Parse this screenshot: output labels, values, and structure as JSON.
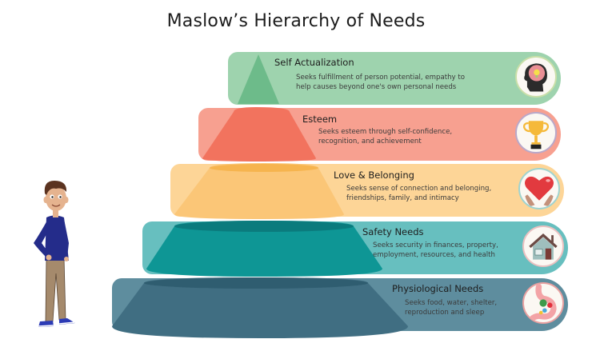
{
  "title": "Maslow’s Hierarchy of Needs",
  "levels": [
    {
      "name": "Self Actualization",
      "description_line1": "Seeks fulfillment of person potential, empathy to",
      "description_line2": "help causes beyond one's own personal needs",
      "icon": "brain-lightbulb-icon",
      "band_color": "#9ED3AE",
      "shape_color": "#6DBB8A"
    },
    {
      "name": "Esteem",
      "description_line1": "Seeks esteem through self-confidence,",
      "description_line2": "recognition, and achievement",
      "icon": "trophy-icon",
      "band_color": "#F7A090",
      "shape_color": "#F2735E"
    },
    {
      "name": "Love & Belonging",
      "description_line1": "Seeks sense of connection and belonging,",
      "description_line2": "friendships, family, and intimacy",
      "icon": "heart-in-hands-icon",
      "band_color": "#FDD597",
      "shape_color": "#FBC677"
    },
    {
      "name": "Safety Needs",
      "description_line1": "Seeks security in finances, property,",
      "description_line2": "employment, resources, and health",
      "icon": "house-icon",
      "band_color": "#67BFBF",
      "shape_color": "#0E9695"
    },
    {
      "name": "Physiological Needs",
      "description_line1": "Seeks food, water, shelter,",
      "description_line2": "reproduction and sleep",
      "icon": "stomach-food-icon",
      "band_color": "#5E8D9E",
      "shape_color": "#406E82"
    }
  ],
  "character": "cartoon-man-standing"
}
